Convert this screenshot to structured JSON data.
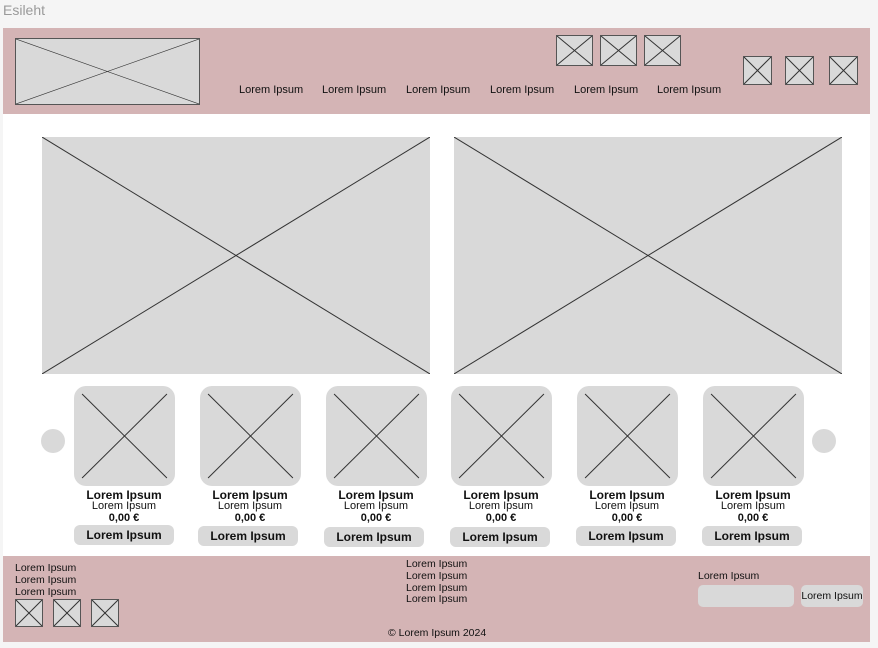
{
  "frame": {
    "title": "Esileht"
  },
  "header": {
    "nav": [
      "Lorem Ipsum",
      "Lorem Ipsum",
      "Lorem Ipsum",
      "Lorem Ipsum",
      "Lorem Ipsum",
      "Lorem Ipsum"
    ]
  },
  "products": [
    {
      "name": "Lorem Ipsum",
      "subtitle": "Lorem Ipsum",
      "price": "0,00 €",
      "button": "Lorem Ipsum"
    },
    {
      "name": "Lorem Ipsum",
      "subtitle": "Lorem Ipsum",
      "price": "0,00 €",
      "button": "Lorem Ipsum"
    },
    {
      "name": "Lorem Ipsum",
      "subtitle": "Lorem Ipsum",
      "price": "0,00 €",
      "button": "Lorem Ipsum"
    },
    {
      "name": "Lorem Ipsum",
      "subtitle": "Lorem Ipsum",
      "price": "0,00 €",
      "button": "Lorem Ipsum"
    },
    {
      "name": "Lorem Ipsum",
      "subtitle": "Lorem Ipsum",
      "price": "0,00 €",
      "button": "Lorem Ipsum"
    },
    {
      "name": "Lorem Ipsum",
      "subtitle": "Lorem Ipsum",
      "price": "0,00 €",
      "button": "Lorem Ipsum"
    }
  ],
  "footer": {
    "left_links": [
      "Lorem Ipsum",
      "Lorem Ipsum",
      "Lorem Ipsum"
    ],
    "center_links": [
      "Lorem Ipsum",
      "Lorem Ipsum",
      "Lorem Ipsum",
      "Lorem Ipsum"
    ],
    "newsletter_label": "Lorem Ipsum",
    "newsletter_button": "Lorem Ipsum",
    "copyright": "© Lorem Ipsum 2024"
  },
  "colors": {
    "brand_pink": "#d4b4b5",
    "placeholder_gray": "#d9d9d9",
    "page_bg": "#ffffff"
  }
}
